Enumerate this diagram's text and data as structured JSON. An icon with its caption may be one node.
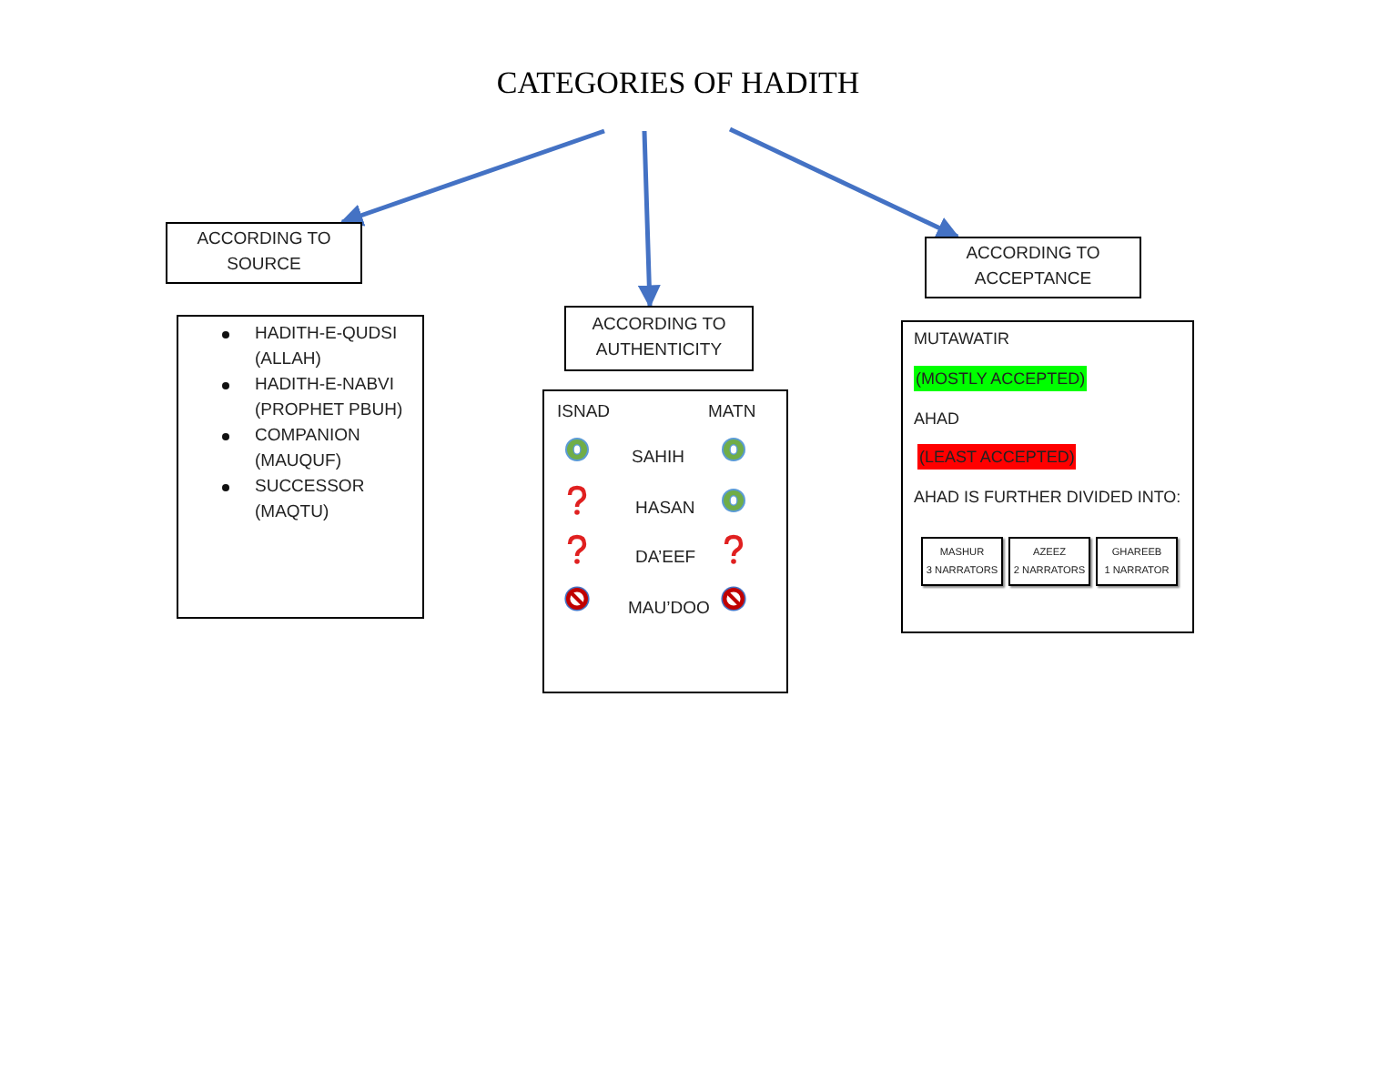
{
  "diagram": {
    "title": "CATEGORIES OF HADITH",
    "nodes": [
      {
        "text": [
          "ACCORDING TO SOURCE"
        ]
      },
      {
        "text": [
          "HADITH-E-QUDSI (ALLAH)",
          "HADITH-E-NABVI (PROPHET PBUH)",
          "COMPANION (MAUQUF)",
          "SUCCESSOR (MAQTU)"
        ]
      },
      {
        "text": [
          "ACCORDING TO AUTHENTICITY"
        ]
      },
      {
        "text": [
          "ISNAD",
          "MATN",
          "SAHIH",
          "HASAN",
          "DA’EEF",
          "MAU’DOO"
        ]
      },
      {
        "text": [
          "ACCORDING TO ACCEPTANCE"
        ]
      },
      {
        "text": [
          "MUTAWATIR",
          "(MOSTLY ACCEPTED)",
          "AHAD",
          "(LEAST ACCEPTED)",
          "AHAD IS FURTHER DIVIDED INTO:"
        ]
      },
      {
        "text": [
          "MASHUR",
          "3 NARRATORS"
        ],
        "in": 5
      },
      {
        "text": [
          "AZEEZ",
          "2 NARRATORS"
        ],
        "in": 5
      },
      {
        "text": [
          "GHAREEB",
          "1 NARRATOR"
        ],
        "in": 5
      }
    ],
    "edges": [
      {
        "from": null,
        "to": 0,
        "arrow": "to"
      },
      {
        "from": null,
        "to": 2,
        "arrow": "to"
      },
      {
        "from": null,
        "to": 4,
        "arrow": "to"
      }
    ]
  }
}
